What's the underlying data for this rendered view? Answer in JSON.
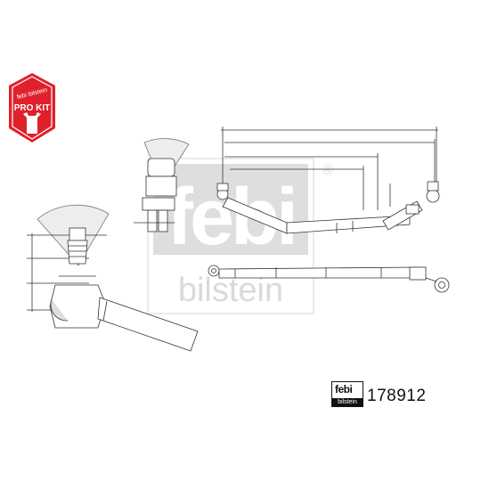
{
  "badge": {
    "brand_text": "febi bilstein",
    "kit_text": "PRO KIT",
    "color": "#e0202c"
  },
  "watermark": {
    "top_text": "febi",
    "bottom_text": "bilstein",
    "registered_mark": "®"
  },
  "footer": {
    "small_logo_top": "febi",
    "small_logo_bottom": "bilstein",
    "part_number": "178912"
  }
}
